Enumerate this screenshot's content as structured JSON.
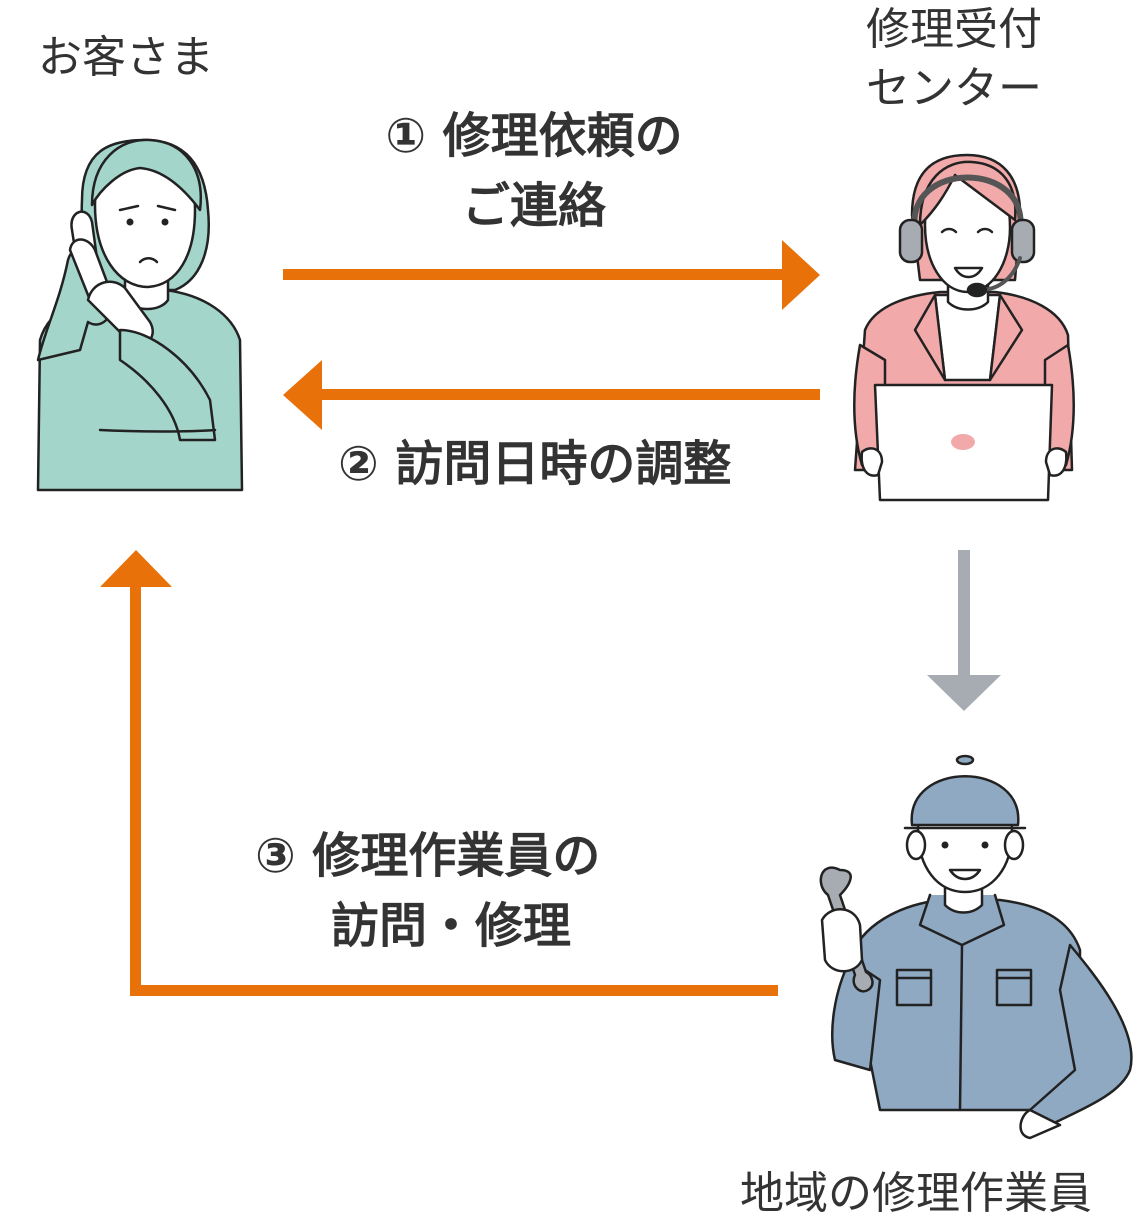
{
  "actors": {
    "customer": "お客さま",
    "center": [
      "修理受付",
      "センター"
    ],
    "worker": "地域の修理作業員"
  },
  "steps": {
    "step1": [
      "① 修理依頼の",
      "ご連絡"
    ],
    "step2": "② 訪問日時の調整",
    "step3": [
      "③ 修理作業員の",
      "訪問・修理"
    ]
  },
  "colors": {
    "arrow_primary": "#e8710a",
    "arrow_secondary": "#a7acb3",
    "customer": "#a3d5cb",
    "operator": "#f2a9a9",
    "worker": "#8fa9c3",
    "text": "#333333"
  }
}
